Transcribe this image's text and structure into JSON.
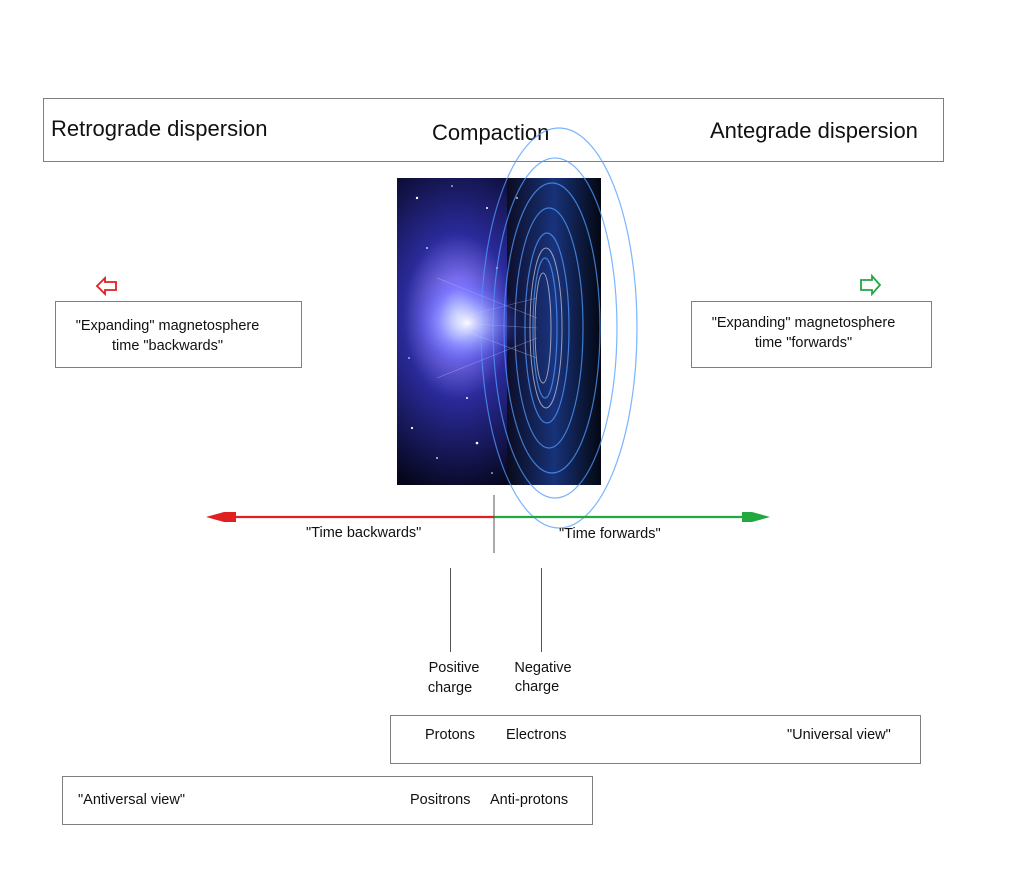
{
  "header": {
    "left": "Retrograde dispersion",
    "center": "Compaction",
    "right": "Antegrade dispersion"
  },
  "left_box": {
    "line1": "\"Expanding\" magnetosphere",
    "line2": "time \"backwards\""
  },
  "right_box": {
    "line1": "\"Expanding\" magnetosphere",
    "line2": "time \"forwards\""
  },
  "time_axis": {
    "backward_label": "\"Time backwards\"",
    "forward_label": "\"Time forwards\""
  },
  "charges": {
    "positive_line1": "Positive",
    "positive_line2": "charge",
    "negative_line1": "Negative",
    "negative_line2": "charge"
  },
  "universal_box": {
    "protons": "Protons",
    "electrons": "Electrons",
    "view": "\"Universal view\""
  },
  "antiversal_box": {
    "view": "\"Antiversal view\"",
    "positrons": "Positrons",
    "antiprotons": "Anti-protons"
  },
  "colors": {
    "backward": "#e02020",
    "forward": "#22a840",
    "border": "#7f7f7f"
  },
  "icons": [
    "left-arrow-outline-icon",
    "right-arrow-outline-icon"
  ]
}
